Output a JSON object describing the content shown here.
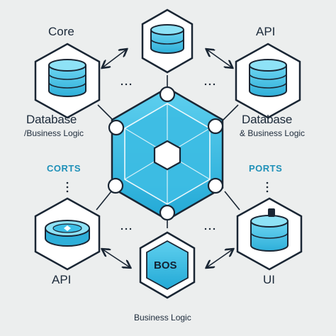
{
  "labels": {
    "top_left": "Core",
    "top_right": "API",
    "left_db_title": "Database",
    "left_db_sub": "/Business Logic",
    "right_db_title": "Database",
    "right_db_sub": "& Business Logic",
    "left_port": "CORTS",
    "right_port": "PORTS",
    "bottom_left": "API",
    "bottom_center_badge": "BOS",
    "bottom_right": "UI",
    "footer": "Business Logic"
  },
  "colors": {
    "background": "#eceeee",
    "hex_fill": "#39bfe3",
    "hex_fill_light": "#7dd9f0",
    "outline": "#1a2634",
    "node_fill": "#ffffff",
    "accent_text": "#1e90b8"
  },
  "icons": {
    "center": "hexagonal-core-icon",
    "node_top": "database-icon",
    "node_top_right": "database-icon",
    "node_left": "database-icon",
    "node_right": "database-icon",
    "node_bottom_left": "disk-icon",
    "node_bottom_center": "hexagon-badge-icon",
    "node_bottom_right": "storage-icon"
  }
}
